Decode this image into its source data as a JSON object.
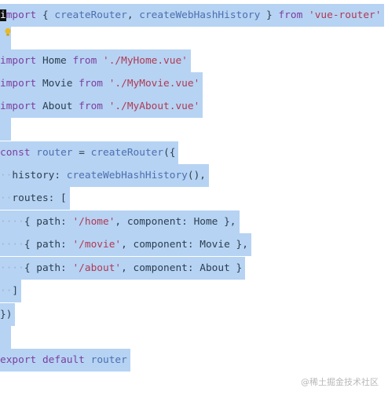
{
  "code": {
    "lines": {
      "l1": {
        "kw1": "import",
        "p1": " { ",
        "fn1": "createRouter",
        "p2": ", ",
        "fn2": "createWebHashHistory",
        "p3": " } ",
        "kw2": "from",
        "p4": " ",
        "str": "'vue-router'"
      },
      "l2": {
        "kw1": "import",
        "p1": " Home ",
        "kw2": "from",
        "p2": " ",
        "str": "'./MyHome.vue'"
      },
      "l3": {
        "kw1": "import",
        "p1": " Movie ",
        "kw2": "from",
        "p2": " ",
        "str": "'./MyMovie.vue'"
      },
      "l4": {
        "kw1": "import",
        "p1": " About ",
        "kw2": "from",
        "p2": " ",
        "str": "'./MyAbout.vue'"
      },
      "l5": {
        "kw1": "const",
        "p1": " ",
        "fn1": "router",
        "p2": " = ",
        "fn2": "createRouter",
        "p3": "({"
      },
      "l6": {
        "ws": "··",
        "p1": "history: ",
        "fn1": "createWebHashHistory",
        "p2": "(),"
      },
      "l7": {
        "ws": "··",
        "p1": "routes: ["
      },
      "l8": {
        "ws": "····",
        "p1": "{ path: ",
        "str": "'/home'",
        "p2": ", component: Home },"
      },
      "l9": {
        "ws": "····",
        "p1": "{ path: ",
        "str": "'/movie'",
        "p2": ", component: Movie },"
      },
      "l10": {
        "ws": "····",
        "p1": "{ path: ",
        "str": "'/about'",
        "p2": ", component: About }"
      },
      "l11": {
        "ws": "··",
        "p1": "]"
      },
      "l12": {
        "p1": "})"
      },
      "l13": {
        "kw1": "export",
        "p1": " ",
        "kw2": "default",
        "p2": " ",
        "fn1": "router"
      }
    }
  },
  "watermark": "@稀土掘金技术社区",
  "colors": {
    "selection": "#b6d3f3",
    "keyword": "#7b3fa0",
    "string": "#b03a55",
    "function": "#4d6fb0",
    "text": "#2c3e50"
  },
  "icons": {
    "lightbulb": "lightbulb-icon"
  }
}
